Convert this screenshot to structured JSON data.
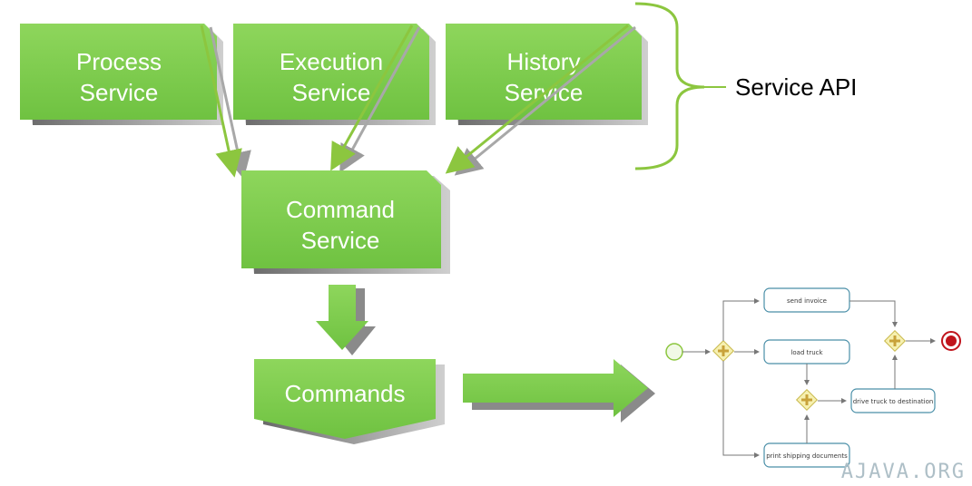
{
  "services": {
    "process": [
      "Process",
      "Service"
    ],
    "execution": [
      "Execution",
      "Service"
    ],
    "history": [
      "History",
      "Service"
    ]
  },
  "service_api_label": "Service API",
  "command_service": [
    "Command",
    "Service"
  ],
  "commands_label": "Commands",
  "bpmn": {
    "send_invoice": "send invoice",
    "load_truck": "load truck",
    "drive_truck": "drive truck to destination",
    "print_docs": "print shipping documents"
  },
  "watermark": "AJAVA.ORG",
  "colors": {
    "box_green": "#7ccf4e",
    "box_shadow": "#555555",
    "arrow_green": "#8cc63f",
    "bpmn_task_stroke": "#4a8fa8",
    "gateway_fill": "#f6f0b0",
    "end_event": "#c0141c"
  }
}
